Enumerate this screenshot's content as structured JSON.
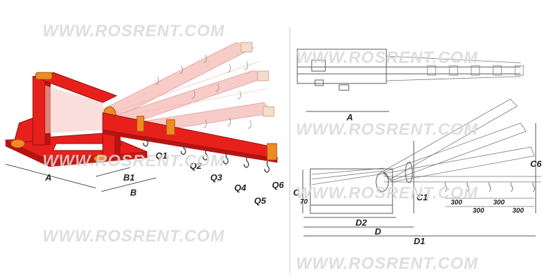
{
  "watermark": "WWW.ROSRENT.COM",
  "left_labels": {
    "a": "A",
    "b": "B",
    "b1": "B1",
    "q1": "Q1",
    "q2": "Q2",
    "q3": "Q3",
    "q4": "Q4",
    "q5": "Q5",
    "q6": "Q6"
  },
  "top_labels": {
    "a": "A"
  },
  "right_labels": {
    "c": "C",
    "c1": "C1",
    "c6": "C6",
    "d": "D",
    "d1": "D1",
    "d2": "D2",
    "dim70": "70",
    "dim300_1": "300",
    "dim300_2": "300",
    "dim300_3": "300",
    "dim300_4": "300"
  },
  "colors": {
    "red": "#e8201c",
    "dark_red": "#b51410",
    "orange": "#f08a24",
    "pink": "#f6c2bf",
    "gray": "#8a8a8a"
  }
}
